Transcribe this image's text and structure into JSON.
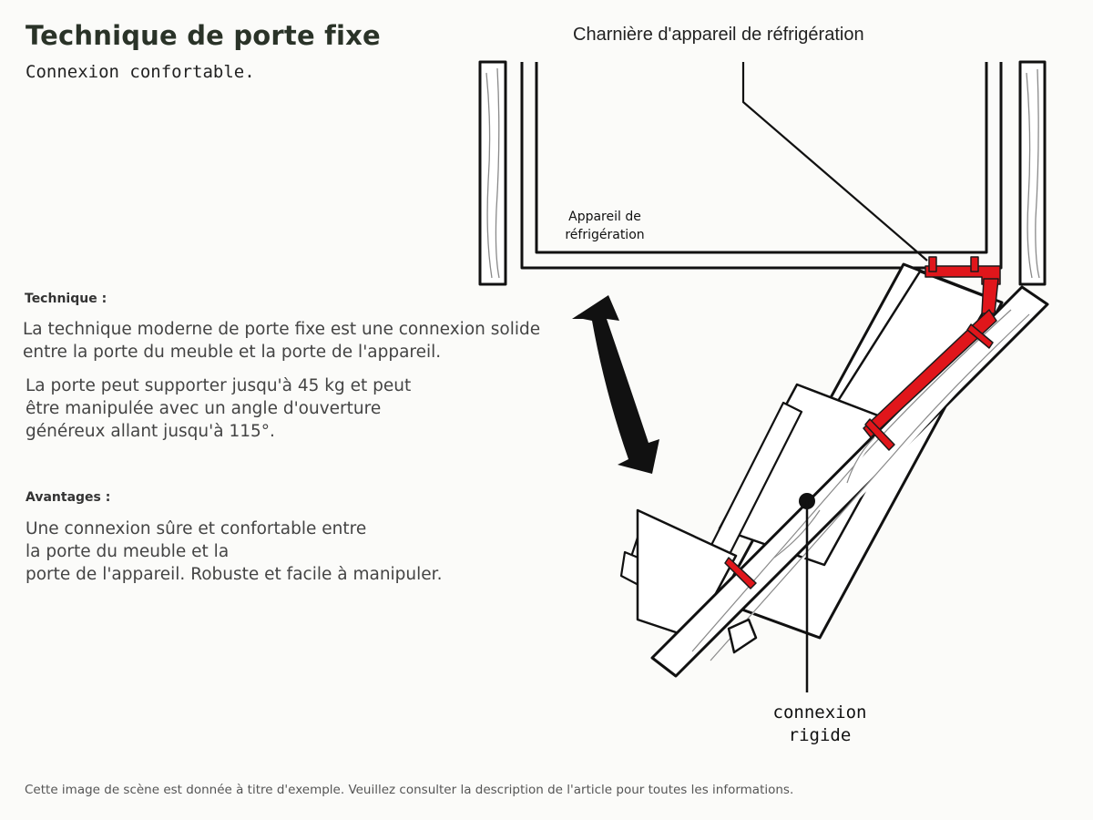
{
  "header": {
    "title": "Technique de porte fixe",
    "subtitle": "Connexion confortable."
  },
  "diagram": {
    "title": "Charnière d'appareil de réfrigération",
    "appliance_label_lines": [
      "Appareil de",
      "réfrigération"
    ],
    "connection_label_lines": [
      "connexion",
      "rigide"
    ],
    "colors": {
      "outline": "#111111",
      "fitting": "#e0161b",
      "wood_grain": "#8a8a8a"
    }
  },
  "technique": {
    "heading": "Technique :",
    "paragraph1_lines": [
      "La technique moderne de porte fixe est une connexion solide",
      "entre la porte du meuble et la porte de l'appareil."
    ],
    "paragraph2_lines": [
      "La porte peut supporter jusqu'à 45 kg et peut",
      "être manipulée avec un angle d'ouverture",
      "généreux allant jusqu'à 115°."
    ]
  },
  "advantages": {
    "heading": "Avantages :",
    "lines": [
      "Une connexion sûre et confortable entre",
      "la porte du meuble et la",
      "porte de l'appareil. Robuste et facile à manipuler."
    ]
  },
  "footer": {
    "note": "Cette image de scène est donnée à titre d'exemple. Veuillez consulter la description de l'article pour toutes les informations."
  }
}
